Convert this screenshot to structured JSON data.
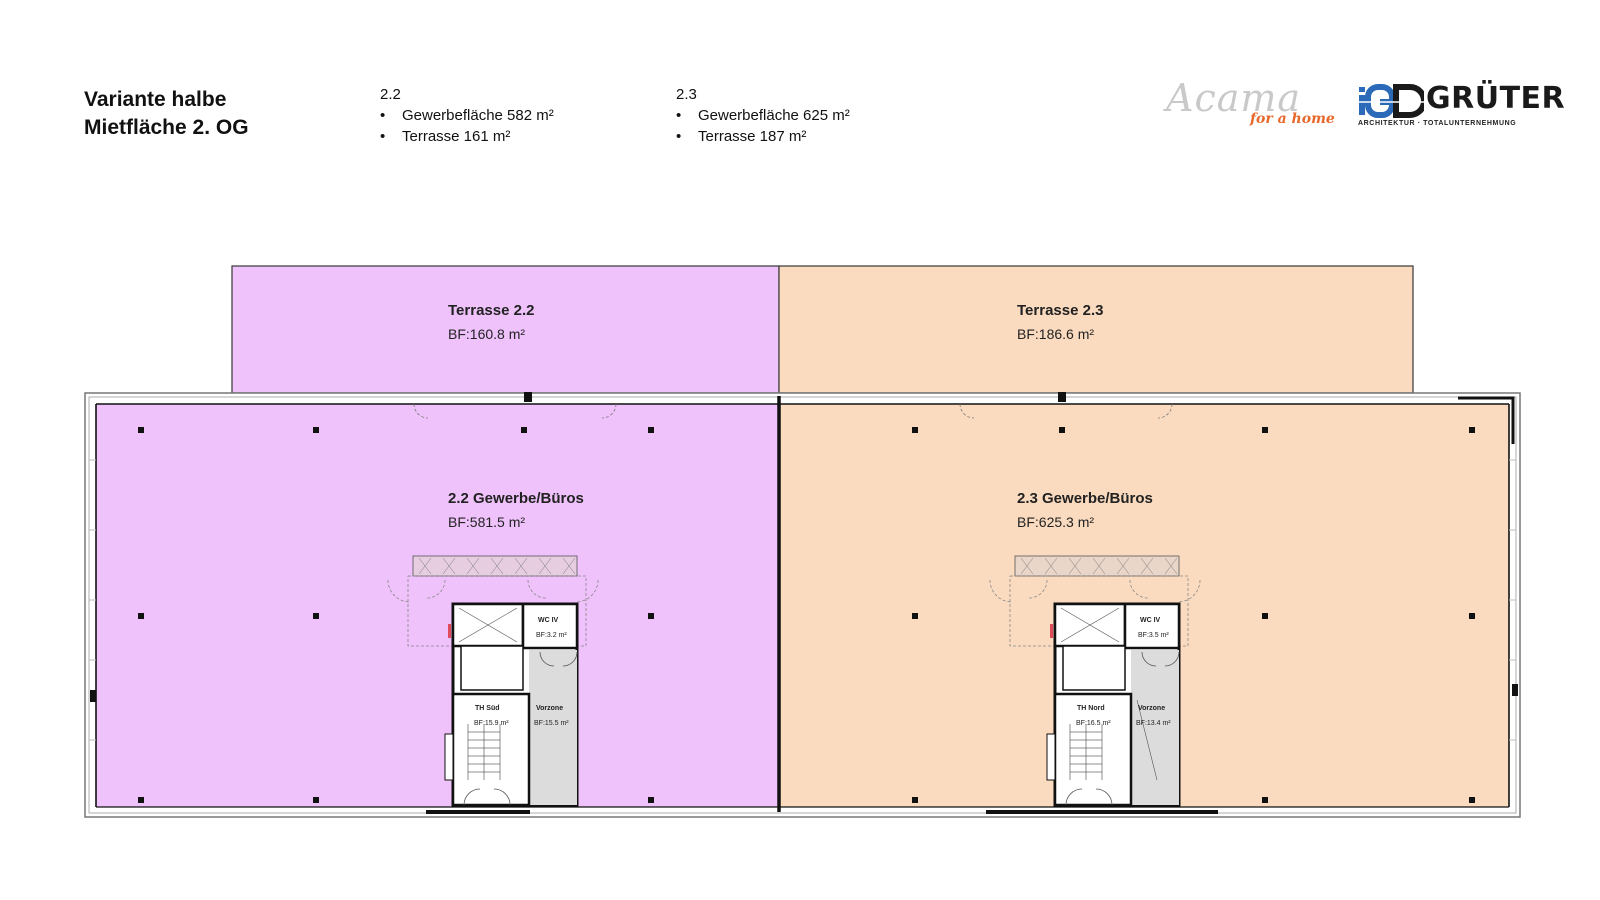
{
  "header": {
    "title_line1": "Variante halbe",
    "title_line2": "Mietfläche 2. OG"
  },
  "units": [
    {
      "number": "2.2",
      "items": [
        "Gewerbefläche 582 m²",
        "Terrasse 161 m²"
      ]
    },
    {
      "number": "2.3",
      "items": [
        "Gewerbefläche 625 m²",
        "Terrasse 187 m²"
      ]
    }
  ],
  "logos": {
    "acama_word": "Acama",
    "acama_sub": "for a home",
    "gruter_mark": "iGD",
    "gruter_name": "GRÜTER",
    "gruter_tagline": "ARCHITEKTUR · TOTALUNTERNEHMUNG"
  },
  "colors": {
    "unit_2_2": "#efc2fb",
    "unit_2_3": "#fbdbbf",
    "walls": "#111111",
    "core_fill": "#ffffff"
  },
  "plan": {
    "terraces": [
      {
        "name": "Terrasse 2.2",
        "area": "BF:160.8 m²"
      },
      {
        "name": "Terrasse 2.3",
        "area": "BF:186.6 m²"
      }
    ],
    "offices": [
      {
        "name": "2.2 Gewerbe/Büros",
        "area": "BF:581.5 m²"
      },
      {
        "name": "2.3 Gewerbe/Büros",
        "area": "BF:625.3 m²"
      }
    ],
    "cores": [
      {
        "wc": "WC IV",
        "wc_area": "BF:3.2 m²",
        "stair": "TH Süd",
        "stair_area": "BF:15.9 m²",
        "vorzone": "Vorzone",
        "vorzone_area": "BF:15.5 m²"
      },
      {
        "wc": "WC IV",
        "wc_area": "BF:3.5 m²",
        "stair": "TH Nord",
        "stair_area": "BF:16.5 m²",
        "vorzone": "Vorzone",
        "vorzone_area": "BF:13.4 m²"
      }
    ]
  }
}
